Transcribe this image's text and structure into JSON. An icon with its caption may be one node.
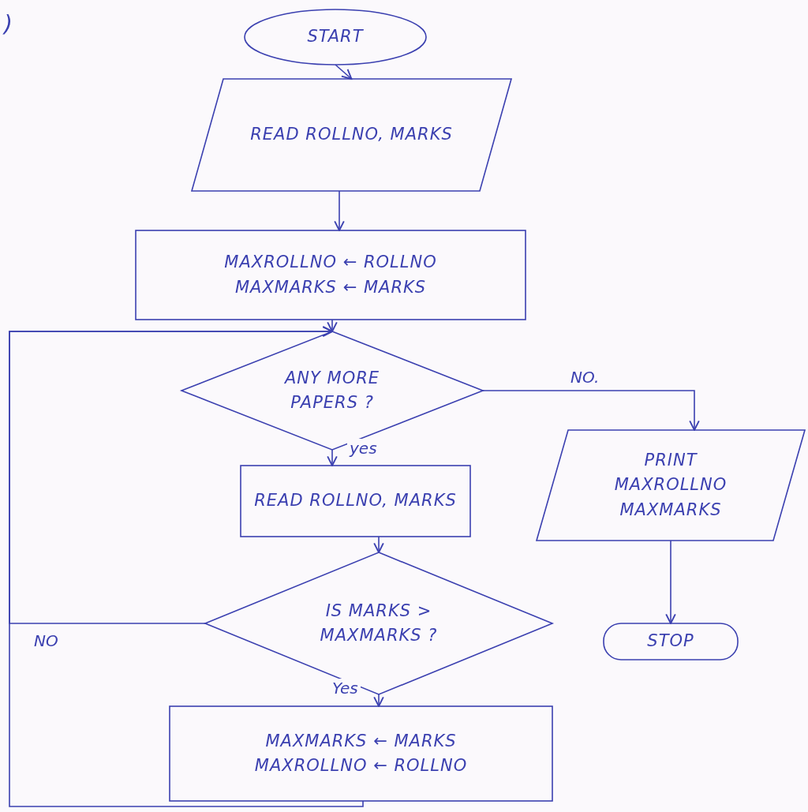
{
  "diagram": {
    "nodes": [
      {
        "text": [
          "START"
        ]
      },
      {
        "text": [
          "READ ROLLNO, MARKS"
        ]
      },
      {
        "text": [
          "MAXROLLNO ← ROLLNO",
          "MAXMARKS ← MARKS"
        ]
      },
      {
        "text": [
          "ANY MORE PAPERS ?"
        ]
      },
      {
        "text": [
          "READ ROLLNO, MARKS"
        ]
      },
      {
        "text": [
          "IS MARKS > MAXMARKS ?"
        ]
      },
      {
        "text": [
          "MAXMARKS ← MARKS",
          "MAXROLLNO ← ROLLNO"
        ]
      },
      {
        "text": [
          "PRINT MAXROLLNO MAXMARKS"
        ]
      },
      {
        "text": [
          "STOP"
        ]
      }
    ],
    "edges": [
      {
        "from": 0,
        "to": 1,
        "arrow": "to"
      },
      {
        "from": 1,
        "to": 2,
        "arrow": "to"
      },
      {
        "from": 2,
        "to": 3,
        "arrow": "to"
      },
      {
        "from": 3,
        "to": 4,
        "arrow": "to",
        "label": "yes"
      },
      {
        "from": 3,
        "to": 7,
        "arrow": "to",
        "label": "NO."
      },
      {
        "from": 4,
        "to": 5,
        "arrow": "to"
      },
      {
        "from": 5,
        "to": 6,
        "arrow": "to",
        "label": "Yes"
      },
      {
        "from": 5,
        "to": 3,
        "arrow": "to",
        "label": "NO"
      },
      {
        "from": 6,
        "to": 3,
        "arrow": "to"
      },
      {
        "from": 7,
        "to": 8,
        "arrow": "to"
      }
    ],
    "labels": [
      ")"
    ]
  }
}
